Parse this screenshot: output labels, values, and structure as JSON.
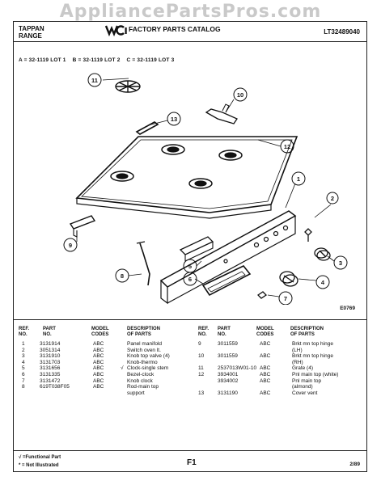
{
  "watermark": "AppliancePartsPros.com",
  "header": {
    "brand_line1": "TAPPAN",
    "brand_line2": "RANGE",
    "catalog_title": "FACTORY PARTS CATALOG",
    "catalog_number": "LT32489040"
  },
  "lots": [
    "A = 32-1119 LOT 1",
    "B = 32-1119 LOT 2",
    "C = 32-1119 LOT 3"
  ],
  "diagram": {
    "callouts": [
      "1",
      "2",
      "3",
      "4",
      "5",
      "6",
      "7",
      "8",
      "9",
      "10",
      "11",
      "12",
      "13"
    ],
    "figure_number": "E0769"
  },
  "table_headers": {
    "ref_no": [
      "REF.",
      "NO."
    ],
    "part_no": [
      "PART",
      "NO."
    ],
    "model_codes": [
      "MODEL",
      "CODES"
    ],
    "description": [
      "DESCRIPTION",
      "OF PARTS"
    ]
  },
  "left_rows": [
    {
      "ref": "1",
      "part": "3131914",
      "codes": "ABC",
      "mark": "",
      "desc": "Panel manifold"
    },
    {
      "ref": "2",
      "part": "3051314",
      "codes": "ABC",
      "mark": "",
      "desc": "Switch oven lt."
    },
    {
      "ref": "3",
      "part": "3131910",
      "codes": "ABC",
      "mark": "",
      "desc": "Knob top valve (4)"
    },
    {
      "ref": "4",
      "part": "3131703",
      "codes": "ABC",
      "mark": "",
      "desc": "Knob-thermo"
    },
    {
      "ref": "5",
      "part": "3131656",
      "codes": "ABC",
      "mark": "√",
      "desc": "Clock-single stem"
    },
    {
      "ref": "6",
      "part": "3131335",
      "codes": "ABC",
      "mark": "",
      "desc": "Bezel-clock"
    },
    {
      "ref": "7",
      "part": "3131472",
      "codes": "ABC",
      "mark": "",
      "desc": "Knob clock"
    },
    {
      "ref": "8",
      "part": "619T038F05",
      "codes": "ABC",
      "mark": "",
      "desc": "Rod-main top"
    },
    {
      "ref": "",
      "part": "",
      "codes": "",
      "mark": "",
      "desc": "support"
    }
  ],
  "right_rows": [
    {
      "ref": "9",
      "part": "3011559",
      "codes": "ABC",
      "desc": "Brkt mn top hinge"
    },
    {
      "ref": "",
      "part": "",
      "codes": "",
      "desc": "(LH)"
    },
    {
      "ref": "10",
      "part": "3011559",
      "codes": "ABC",
      "desc": "Brkt mn top hinge"
    },
    {
      "ref": "",
      "part": "",
      "codes": "",
      "desc": "(RH)"
    },
    {
      "ref": "11",
      "part": "2537013W01-10",
      "codes": "ABC",
      "desc": "Grate (4)"
    },
    {
      "ref": "12",
      "part": "3934001",
      "codes": "ABC",
      "desc": "Pnl main top (white)"
    },
    {
      "ref": "",
      "part": "3934002",
      "codes": "ABC",
      "desc": "Pnl main top"
    },
    {
      "ref": "",
      "part": "",
      "codes": "",
      "desc": "(almond)"
    },
    {
      "ref": "13",
      "part": "3131190",
      "codes": "ABC",
      "desc": "Cover vent"
    }
  ],
  "footnotes": [
    "√ =Functional Part",
    "* = Not Illustrated"
  ],
  "footer": {
    "page_label": "F1",
    "date": "2/89"
  }
}
